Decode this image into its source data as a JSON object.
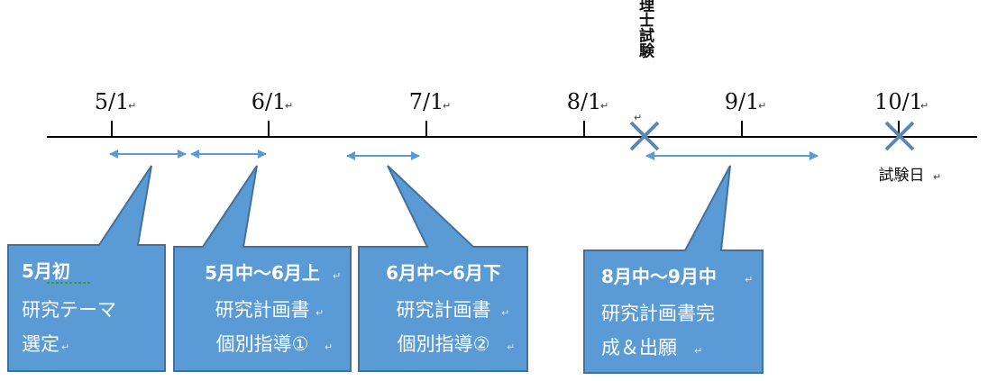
{
  "colors": {
    "callout_fill": "#5b9bd5",
    "callout_stroke": "#41719c",
    "arrow": "#5b9bd5",
    "cross": "#5b87b5",
    "axis": "#000000",
    "text_on_callout": "#ffffff"
  },
  "paragraph_mark": "↵",
  "timeline": {
    "ticks": [
      {
        "label": "5/1"
      },
      {
        "label": "6/1"
      },
      {
        "label": "7/1"
      },
      {
        "label": "8/1"
      },
      {
        "label": "9/1"
      },
      {
        "label": "10/1"
      }
    ]
  },
  "events": [
    {
      "label": "税理士試験",
      "icon": "cross-icon"
    },
    {
      "label": "試験日",
      "icon": "cross-icon"
    }
  ],
  "periods": [
    {
      "title": "5月初",
      "body_lines": [
        "研究テーマ",
        "選定"
      ]
    },
    {
      "title": "5月中～6月上",
      "body_lines": [
        "研究計画書",
        "個別指導①"
      ]
    },
    {
      "title": "6月中～6月下",
      "body_lines": [
        "研究計画書",
        "個別指導②"
      ]
    },
    {
      "title": "8月中～9月中",
      "body_lines": [
        "研究計画書完",
        "成＆出願"
      ]
    }
  ]
}
